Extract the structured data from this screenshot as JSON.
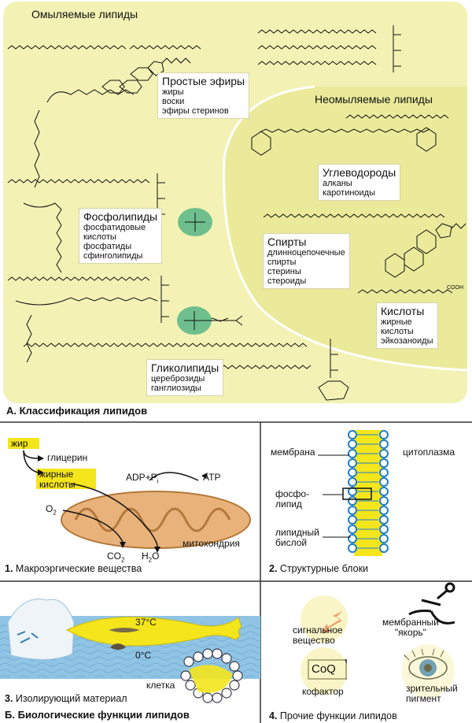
{
  "panel_a": {
    "title": "Омыляемые липиды",
    "simple_esters": {
      "heading": "Простые эфиры",
      "items": [
        "жиры",
        "воски",
        "эфиры стеринов"
      ]
    },
    "phospholipids": {
      "heading": "Фосфолипиды",
      "items": [
        "фосфатидовые",
        "кислоты",
        "фосфатиды",
        "сфинголипиды"
      ]
    },
    "glycolipids": {
      "heading": "Гликолипиды",
      "items": [
        "цереброзиды",
        "ганглиозиды"
      ]
    },
    "unsaponifiable": {
      "title": "Неомыляемые липиды",
      "hydrocarbons": {
        "heading": "Углеводороды",
        "items": [
          "алканы",
          "каротиноиды"
        ]
      },
      "alcohols": {
        "heading": "Спирты",
        "items": [
          "длинноцепочечные",
          "спирты",
          "стерины",
          "стероиды"
        ]
      },
      "acids": {
        "heading": "Кислоты",
        "items": [
          "жирные",
          "кислоты",
          "эйкозаноиды"
        ]
      }
    },
    "cooh": "COOH",
    "caption_letter": "А.",
    "caption": "Классификация липидов"
  },
  "panel_1": {
    "fat": "жир",
    "glycerol": "глицерин",
    "fatty_acids": [
      "жирные",
      "кислоты"
    ],
    "adp": "ADP+P",
    "adp_sub": "i",
    "atp": "ATP",
    "o2": "O",
    "co2": "CO",
    "h2o_h": "H",
    "h2o_o": "O",
    "sub2": "2",
    "mito": "митохондрия",
    "caption_num": "1.",
    "caption": "Макроэргические вещества"
  },
  "panel_2": {
    "membrane": "мембрана",
    "cytoplasm": "цитоплазма",
    "phospholipid": [
      "фосфо-",
      "липид"
    ],
    "bilayer": [
      "липидный",
      "бислой"
    ],
    "caption_num": "2.",
    "caption": "Структурные блоки"
  },
  "panel_3": {
    "temp_warm": "37°C",
    "temp_cold": "0°C",
    "cell": "клетка",
    "caption_num": "3.",
    "caption": "Изолирующий материал",
    "section_letter": "Б.",
    "section": "Биологические функции липидов"
  },
  "panel_4": {
    "signal": [
      "сигнальное",
      "вещество"
    ],
    "anchor": [
      "мембранный",
      "\"якорь\""
    ],
    "coq": "CoQ",
    "cofactor": "кофактор",
    "pigment": [
      "зрительный",
      "пигмент"
    ],
    "caption_num": "4.",
    "caption": "Прочие функции липидов"
  },
  "colors": {
    "panel_bg": "#f3f2b4",
    "inner_bg": "#eaea9a",
    "yellow": "#f4e51c",
    "green_oval": "#6fbf8e",
    "mito": "#e8b27a",
    "water": "#8fc4e4",
    "whale": "#f4e51c",
    "arrow_red": "#d8261a",
    "bilayer_blue": "#1e7ec8"
  }
}
